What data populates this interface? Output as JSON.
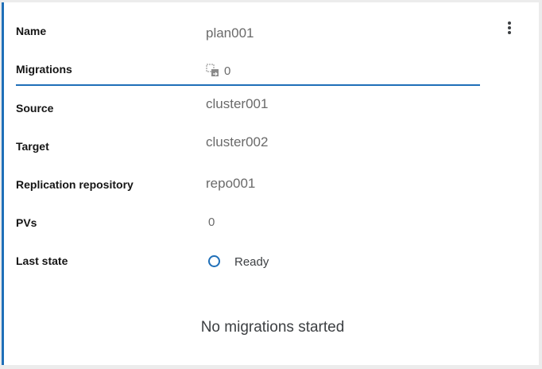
{
  "plan": {
    "name_label": "Name",
    "name_value": "plan001",
    "migrations_label": "Migrations",
    "migrations_count": "0",
    "migrations_icon": "migration-icon",
    "source_label": "Source",
    "source_value": "cluster001",
    "target_label": "Target",
    "target_value": "cluster002",
    "repo_label": "Replication repository",
    "repo_value": "repo001",
    "pvs_label": "PVs",
    "pvs_value": "0",
    "state_label": "Last state",
    "state_value": "Ready",
    "state_icon": "status-ring-icon",
    "empty_message": "No migrations started"
  },
  "colors": {
    "accent": "#1f6fb8",
    "text_dark": "#151515",
    "text_muted": "#6a6a6a"
  },
  "menu_icon": "kebab-menu-icon"
}
